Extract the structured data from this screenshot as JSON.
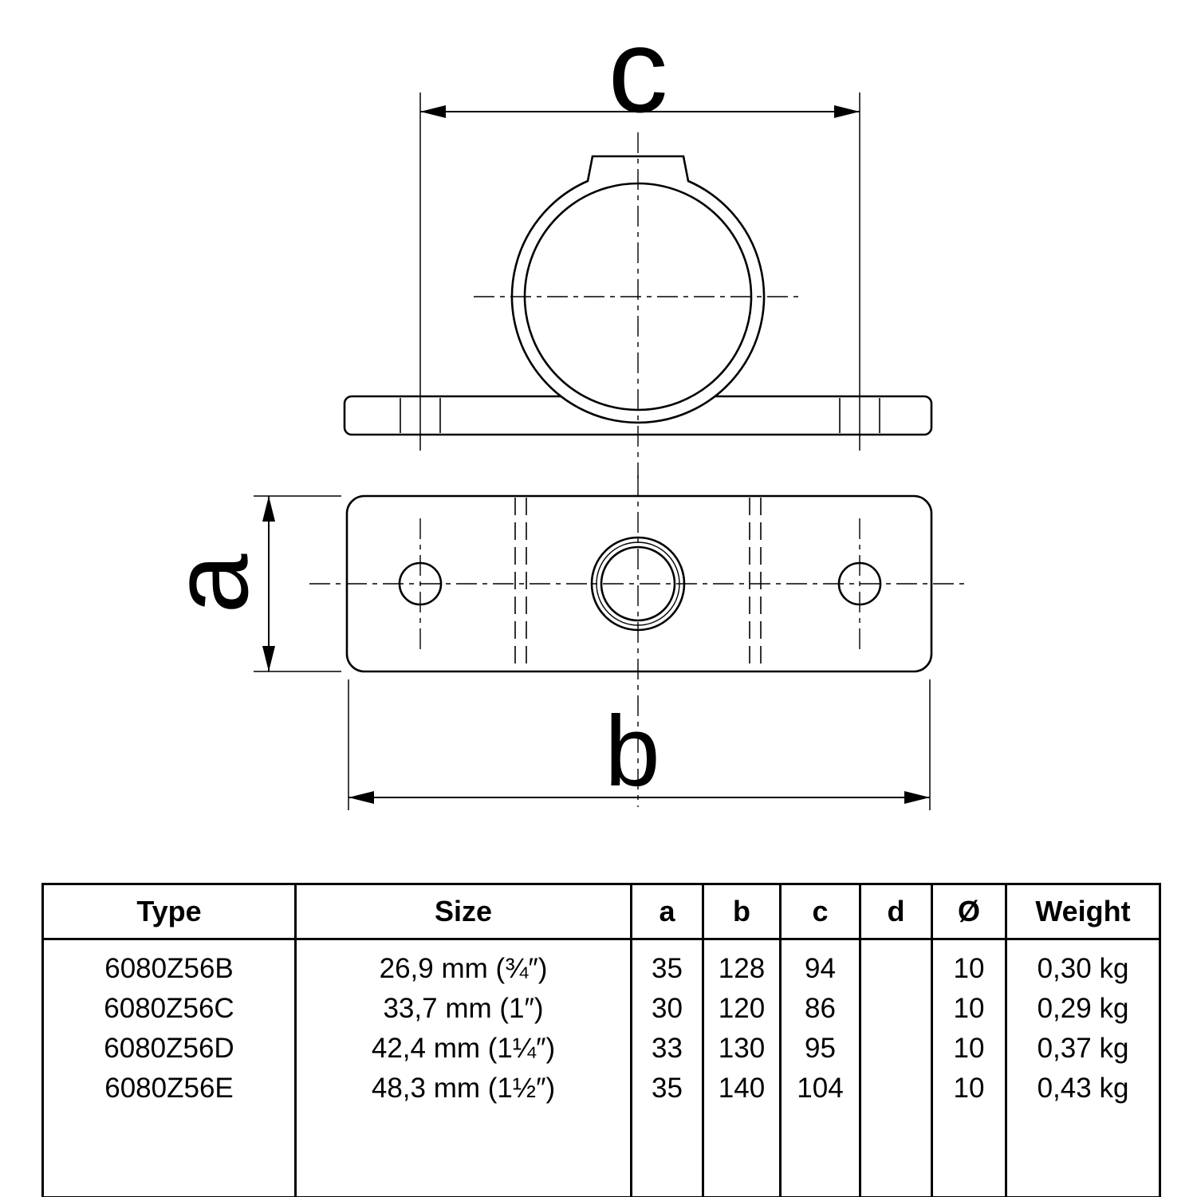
{
  "drawing": {
    "dim_labels": {
      "c": "c",
      "a": "a",
      "b": "b"
    }
  },
  "table": {
    "headers": [
      "Type",
      "Size",
      "a",
      "b",
      "c",
      "d",
      "Ø",
      "Weight"
    ],
    "rows": [
      [
        "6080Z56B",
        "26,9 mm (¾″)",
        "35",
        "128",
        "94",
        "",
        "10",
        "0,30 kg"
      ],
      [
        "6080Z56C",
        "33,7 mm (1″)",
        "30",
        "120",
        "86",
        "",
        "10",
        "0,29 kg"
      ],
      [
        "6080Z56D",
        "42,4 mm (1¼″)",
        "33",
        "130",
        "95",
        "",
        "10",
        "0,37 kg"
      ],
      [
        "6080Z56E",
        "48,3 mm (1½″)",
        "35",
        "140",
        "104",
        "",
        "10",
        "0,43 kg"
      ]
    ]
  }
}
